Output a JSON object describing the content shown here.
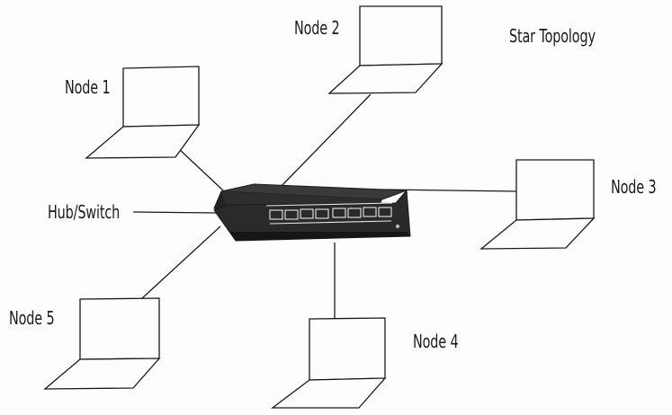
{
  "title": "Star Topology",
  "hub": {
    "label": "Hub/Switch"
  },
  "nodes": [
    {
      "label": "Node 1"
    },
    {
      "label": "Node 2"
    },
    {
      "label": "Node 3"
    },
    {
      "label": "Node 4"
    },
    {
      "label": "Node 5"
    }
  ],
  "colors": {
    "ink": "#1a1a1a",
    "switch_body": "#2a2a2a",
    "paper": "#fdfdfc"
  }
}
